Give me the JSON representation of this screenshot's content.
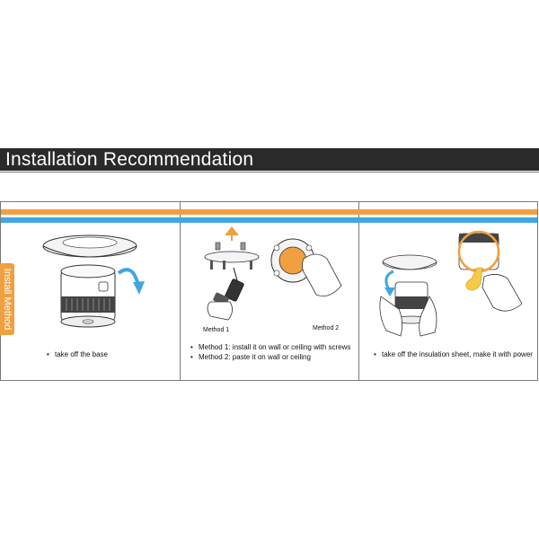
{
  "header": {
    "title": "Installation Recommendation"
  },
  "side_tab": {
    "label": "Install Method"
  },
  "panels": [
    {
      "captions": [
        "take off the base"
      ]
    },
    {
      "labels": [
        "Method 1",
        "Method 2"
      ],
      "captions": [
        "Method 1: install it on wall or ceiling with screws",
        "Method 2: paste it on wall or ceiling"
      ]
    },
    {
      "captions": [
        "take off the insulation sheet, make it with power"
      ]
    }
  ],
  "colors": {
    "accent_orange": "#f0a040",
    "accent_blue": "#3fa6e2",
    "header_bg": "#2a2a2a"
  },
  "bullet": "•"
}
